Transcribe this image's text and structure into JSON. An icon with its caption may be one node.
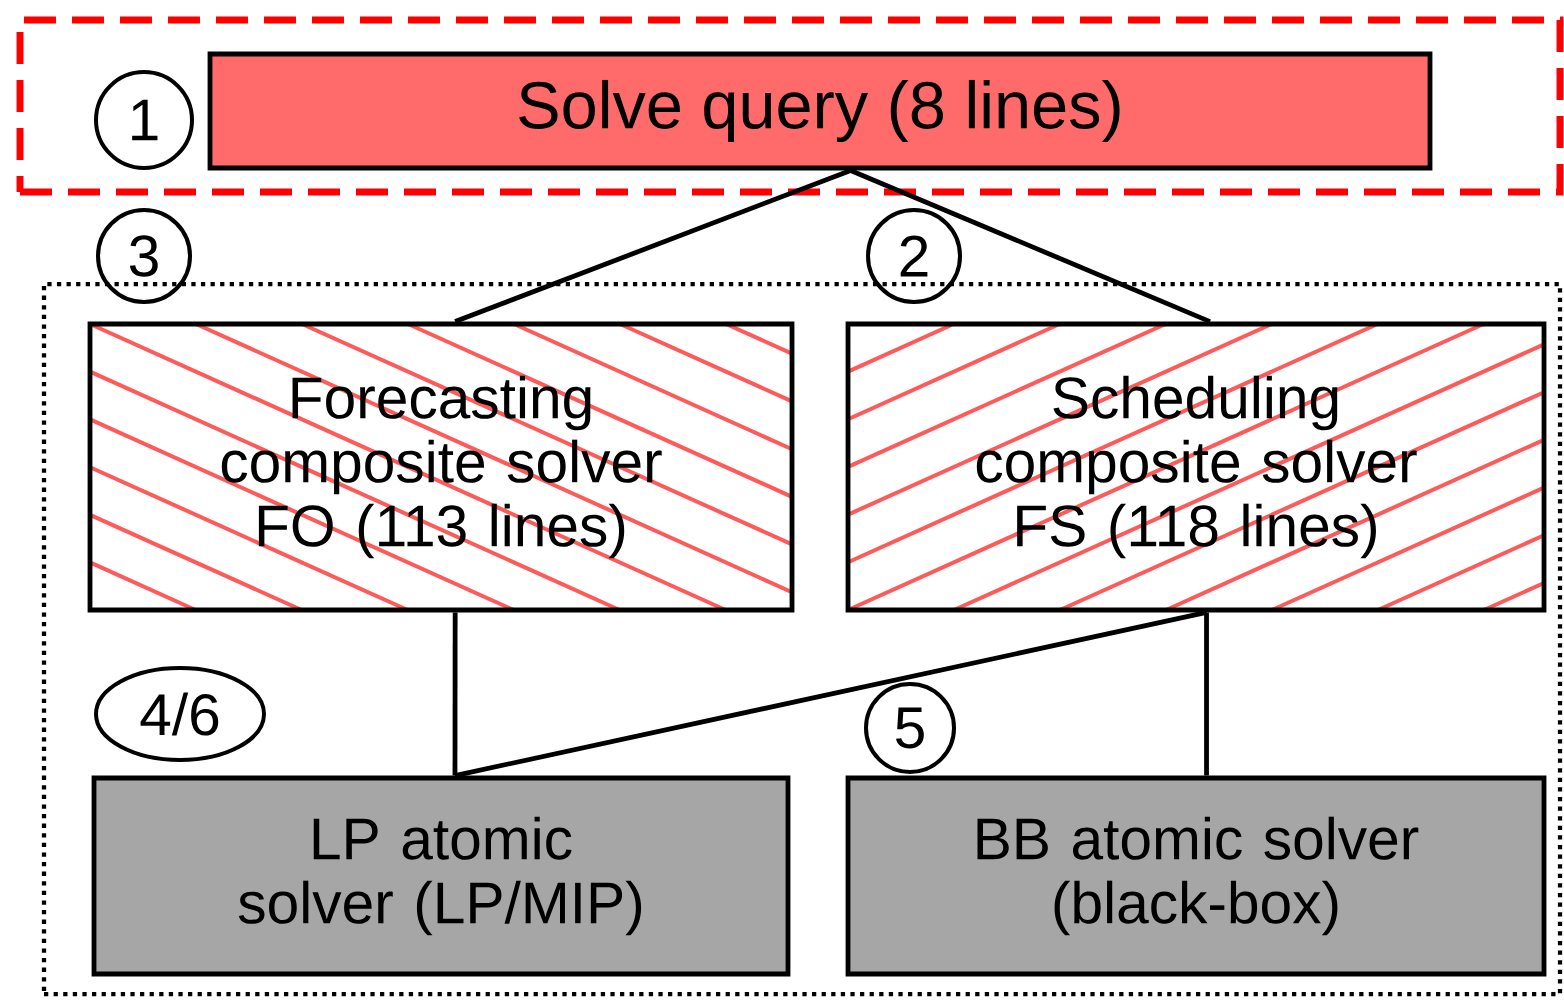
{
  "diagram": {
    "nodes": [
      {
        "text": [],
        "shape": "box"
      },
      {
        "text": [
          "Solve query (8 lines)"
        ],
        "in": 0
      },
      {
        "text": [
          "1"
        ],
        "in": 0
      },
      {
        "text": [
          "3"
        ]
      },
      {
        "text": [
          "2"
        ]
      },
      {
        "text": [],
        "shape": "box"
      },
      {
        "text": [
          "Forecasting composite solver FO (113 lines)"
        ],
        "in": 5
      },
      {
        "text": [
          "Scheduling composite solver FS (118 lines)"
        ],
        "in": 5
      },
      {
        "text": [
          "4/6"
        ],
        "in": 5
      },
      {
        "text": [
          "5"
        ],
        "in": 5
      },
      {
        "text": [
          "LP atomic solver (LP/MIP)"
        ],
        "in": 5
      },
      {
        "text": [
          "BB atomic solver (black-box)"
        ],
        "in": 5
      }
    ],
    "edges": [
      {
        "from": 1,
        "to": 6,
        "arrow": "none"
      },
      {
        "from": 1,
        "to": 7,
        "arrow": "none"
      },
      {
        "from": 6,
        "to": 10,
        "arrow": "none"
      },
      {
        "from": 7,
        "to": 10,
        "arrow": "none"
      },
      {
        "from": 7,
        "to": 11,
        "arrow": "none"
      }
    ]
  }
}
